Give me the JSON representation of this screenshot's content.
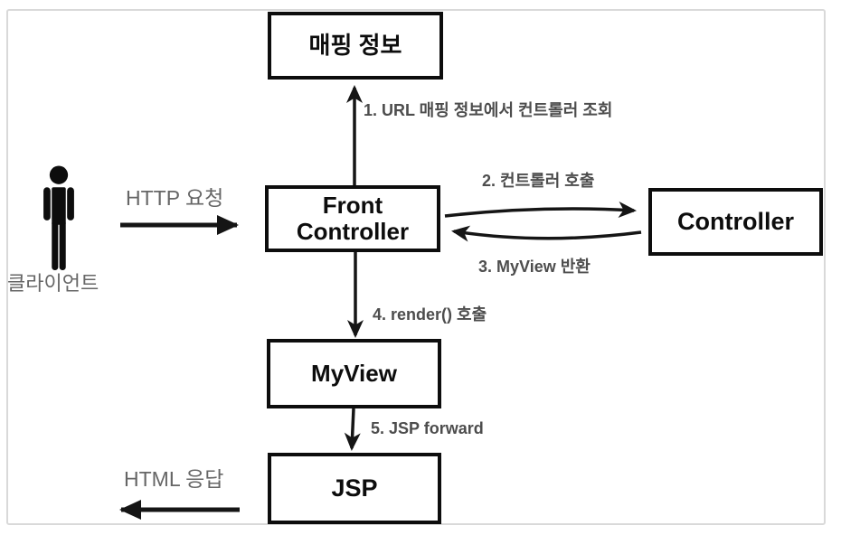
{
  "diagram": {
    "boxes": {
      "mapping_info": "매핑 정보",
      "front_controller": "Front Controller",
      "controller": "Controller",
      "myview": "MyView",
      "jsp": "JSP"
    },
    "steps": [
      {
        "label": "1. URL 매핑 정보에서 컨트롤러 조회"
      },
      {
        "label": "2. 컨트롤러 호출"
      },
      {
        "label": "3. MyView 반환"
      },
      {
        "label": "4. render() 호출"
      },
      {
        "label": "5. JSP forward"
      }
    ],
    "flow_labels": {
      "http_request": "HTTP 요청",
      "html_response": "HTML 응답",
      "client": "클라이언트"
    },
    "icons": {
      "client_icon": "person-icon"
    },
    "colors": {
      "box_border": "#0d0d0d",
      "box_text": "#0d0d0d",
      "step_label": "#4d4d4d",
      "flow_label": "#666666",
      "arrow": "#151515",
      "frame_border": "#d9d9d9",
      "background": "#ffffff"
    }
  }
}
